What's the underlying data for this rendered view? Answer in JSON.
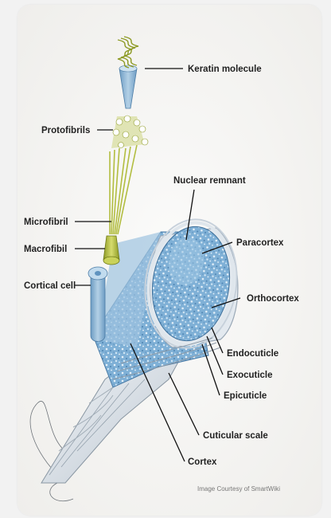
{
  "labels": {
    "keratin_molecule": "Keratin molecule",
    "protofibrils": "Protofibrils",
    "nuclear_remnant": "Nuclear remnant",
    "microfibril": "Microfibril",
    "macrofibil": "Macrofibil",
    "paracortex": "Paracortex",
    "cortical_cell": "Cortical cell",
    "orthocortex": "Orthocortex",
    "endocuticle": "Endocuticle",
    "exocuticle": "Exocuticle",
    "epicuticle": "Epicuticle",
    "cuticular_scale": "Cuticular scale",
    "cortex": "Cortex"
  },
  "credit": "Image Courtesy of SmartWiki",
  "colors": {
    "background": "#f6f5f3",
    "fiber_blue": "#8fb8d8",
    "fibril_green": "#b8c34a",
    "scale_white": "#e9edf1"
  }
}
